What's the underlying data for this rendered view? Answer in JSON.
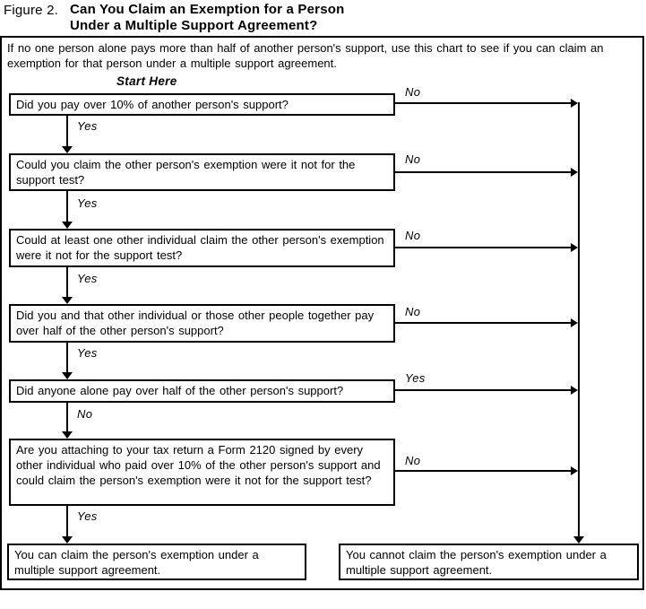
{
  "header": {
    "figure_label": "Figure 2.",
    "title_line1": "Can You Claim an Exemption for a Person",
    "title_line2": "Under a Multiple Support Agreement?"
  },
  "intro": "If no one person alone pays more than half of another person's support, use this chart to see if you can claim an exemption for that person under a multiple support agreement.",
  "labels": {
    "start_here": "Start Here"
  },
  "questions": [
    {
      "text": "Did you pay over 10% of another person's support?",
      "side": "No",
      "down": "Yes"
    },
    {
      "text": "Could you claim the other person's exemption were it not for the support test?",
      "side": "No",
      "down": "Yes"
    },
    {
      "text": "Could at least one other individual claim the other person's exemption were it not for the support test?",
      "side": "No",
      "down": "Yes"
    },
    {
      "text": "Did you and that other individual or those other people together pay over half of the other person's support?",
      "side": "No",
      "down": "Yes"
    },
    {
      "text": "Did anyone alone pay over half of the other person's support?",
      "side": "Yes",
      "down": "No"
    },
    {
      "text": "Are you attaching to your tax return a Form 2120 signed by every other individual who paid over 10% of the other person's support and could claim the person's exemption were it not for the support test?",
      "side": "No",
      "down": "Yes"
    }
  ],
  "results": {
    "can": "You can claim the person's exemption under a multiple support agreement.",
    "cannot": "You cannot claim the person's exemption under a multiple support agreement."
  },
  "colors": {
    "line": "#000000",
    "background": "#ffffff",
    "text": "#000000"
  }
}
